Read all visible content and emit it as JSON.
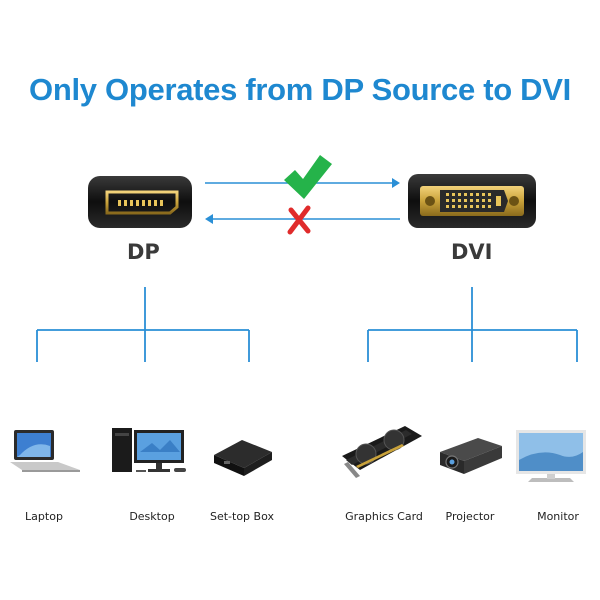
{
  "title": "Only Operates from DP Source to DVI",
  "connectors": {
    "source": "DP",
    "target": "DVI"
  },
  "direction": {
    "forward_status": "check-icon",
    "reverse_status": "cross-icon"
  },
  "source_devices": [
    {
      "label": "Laptop",
      "icon": "laptop-icon"
    },
    {
      "label": "Desktop",
      "icon": "desktop-icon"
    },
    {
      "label": "Set-top Box",
      "icon": "set-top-box-icon"
    }
  ],
  "target_devices": [
    {
      "label": "Graphics Card",
      "icon": "graphics-card-icon"
    },
    {
      "label": "Projector",
      "icon": "projector-icon"
    },
    {
      "label": "Monitor",
      "icon": "monitor-icon"
    }
  ],
  "colors": {
    "title": "#1e88d0",
    "lines": "#2a8fd6",
    "check": "#25b34a",
    "cross": "#e02b2b",
    "connector_gold": "#c9a23a"
  }
}
